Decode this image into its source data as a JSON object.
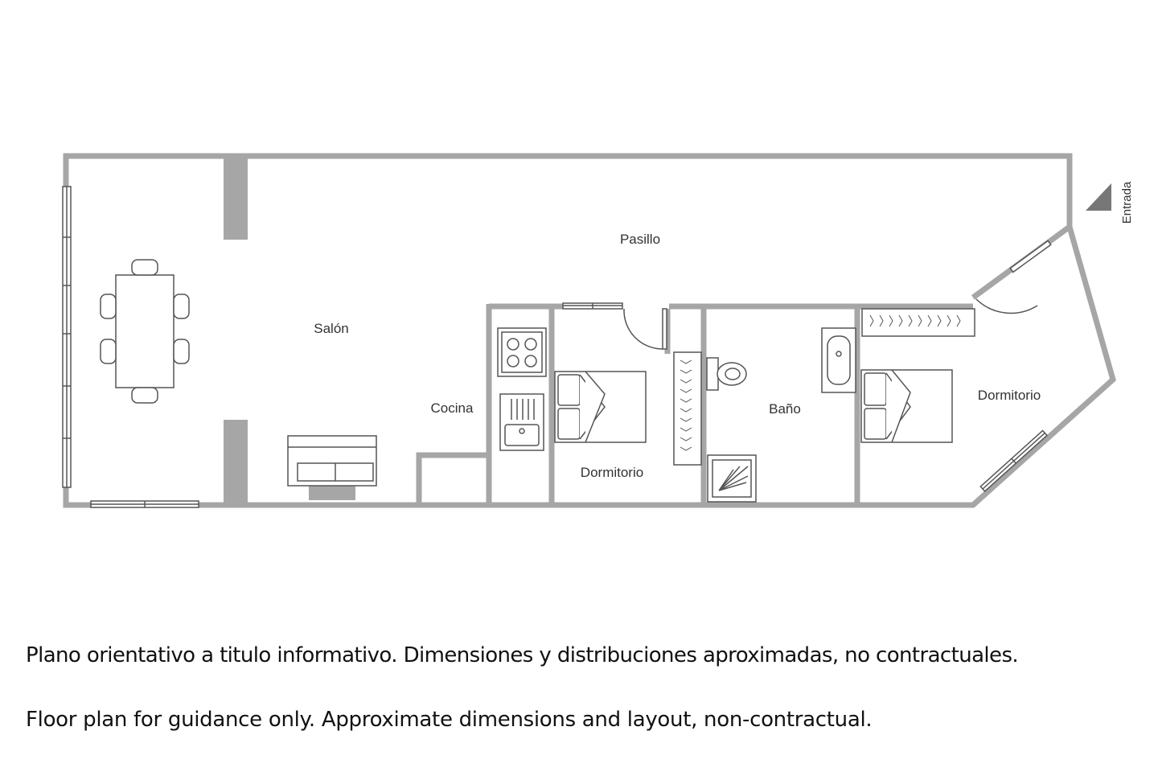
{
  "colors": {
    "wall": "#a6a6a6",
    "fixture_stroke": "#555555",
    "text": "#111111",
    "background": "#ffffff"
  },
  "rooms": {
    "pasillo": "Pasillo",
    "salon": "Salón",
    "cocina": "Cocina",
    "dormitorio_1": "Dormitorio",
    "bano": "Baño",
    "dormitorio_2": "Dormitorio"
  },
  "entry": {
    "label": "Entrada",
    "icon": "entry-arrow-icon"
  },
  "icons": [
    "dining-table-icon",
    "sofa-icon",
    "stove-icon",
    "kitchen-sink-icon",
    "bed-icon",
    "toilet-icon",
    "bathtub-icon",
    "shower-icon",
    "wardrobe-icon",
    "door-swing-icon",
    "window-icon"
  ],
  "notes": {
    "es": "Plano orientativo a titulo informativo.  Dimensiones y distribuciones aproximadas, no contractuales.",
    "en": "Floor plan for guidance only.  Approximate dimensions and layout, non-contractual."
  }
}
